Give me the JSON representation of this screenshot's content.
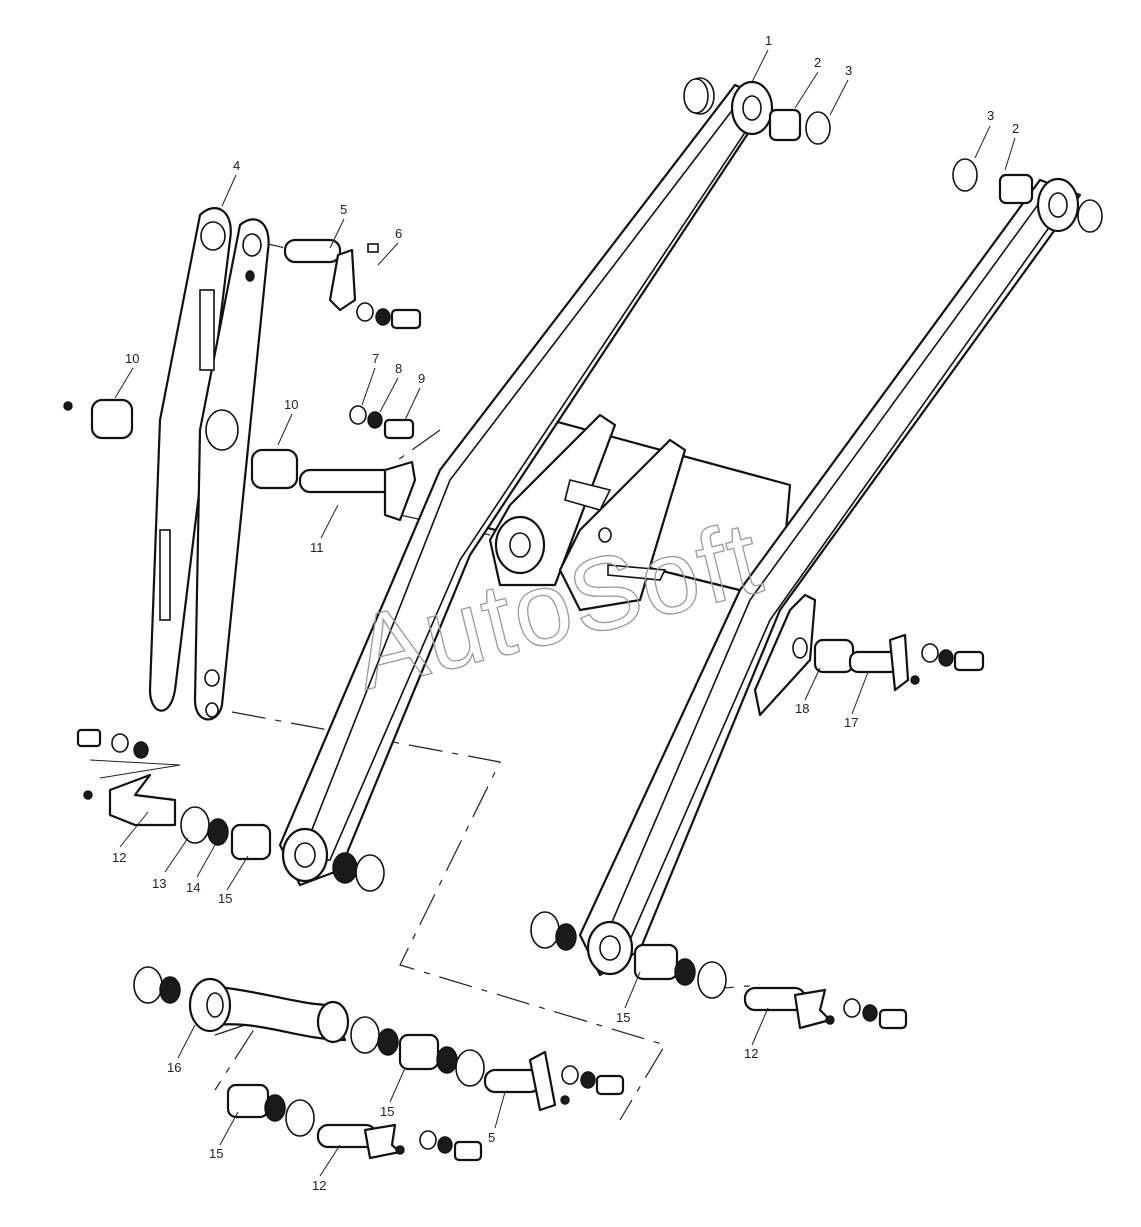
{
  "watermark": "AutoSoft",
  "callouts": [
    {
      "id": "c1",
      "label": "1"
    },
    {
      "id": "c2a",
      "label": "2"
    },
    {
      "id": "c3a",
      "label": "3"
    },
    {
      "id": "c3b",
      "label": "3"
    },
    {
      "id": "c2b",
      "label": "2"
    },
    {
      "id": "c4",
      "label": "4"
    },
    {
      "id": "c5a",
      "label": "5"
    },
    {
      "id": "c6",
      "label": "6"
    },
    {
      "id": "c7",
      "label": "7"
    },
    {
      "id": "c8",
      "label": "8"
    },
    {
      "id": "c9",
      "label": "9"
    },
    {
      "id": "c10a",
      "label": "10"
    },
    {
      "id": "c10b",
      "label": "10"
    },
    {
      "id": "c11",
      "label": "11"
    },
    {
      "id": "c12a",
      "label": "12"
    },
    {
      "id": "c13",
      "label": "13"
    },
    {
      "id": "c14",
      "label": "14"
    },
    {
      "id": "c15a",
      "label": "15"
    },
    {
      "id": "c18",
      "label": "18"
    },
    {
      "id": "c17",
      "label": "17"
    },
    {
      "id": "c15b",
      "label": "15"
    },
    {
      "id": "c12b",
      "label": "12"
    },
    {
      "id": "c16",
      "label": "16"
    },
    {
      "id": "c15c",
      "label": "15"
    },
    {
      "id": "c5b",
      "label": "5"
    },
    {
      "id": "c15d",
      "label": "15"
    },
    {
      "id": "c12c",
      "label": "12"
    }
  ]
}
